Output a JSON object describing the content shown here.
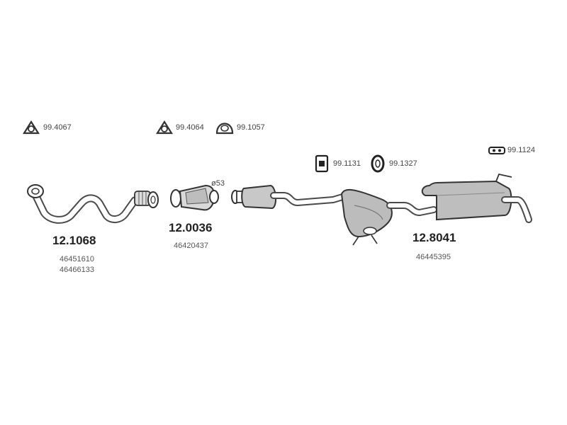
{
  "colors": {
    "outline": "#4a4a4a",
    "body_light": "#e6e6e6",
    "body_mid": "#bdbdbd",
    "body_dark": "#8c8c8c"
  },
  "accessories": {
    "gasket_1": "99.4067",
    "gasket_2": "99.4064",
    "clamp_1": "99.1057",
    "hanger_1": "99.1131",
    "rubber_ring": "99.1327",
    "mount_1": "99.1124"
  },
  "parts": {
    "front_pipe": {
      "number": "12.1068",
      "oem": [
        "46451610",
        "46466133"
      ]
    },
    "catalyst": {
      "number": "12.0036",
      "oem": [
        "46420437"
      ],
      "diameter": "ø53"
    },
    "rear_system": {
      "number": "12.8041",
      "oem": [
        "46445395"
      ]
    }
  }
}
